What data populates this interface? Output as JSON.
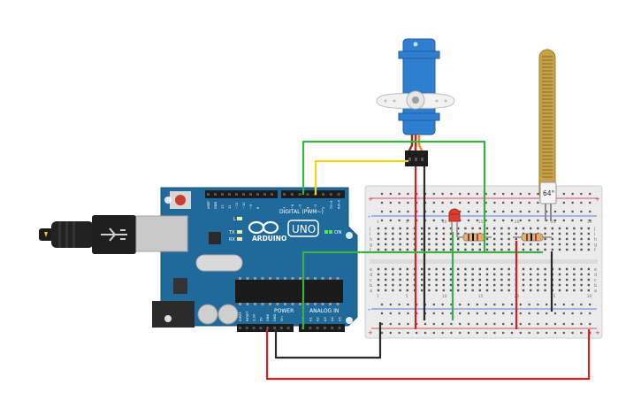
{
  "canvas": {
    "background": "#ffffff"
  },
  "arduino": {
    "board_color": "#1f6a9b",
    "logo_text": "ARDUINO",
    "model_text": "UNO",
    "on_label": "ON",
    "digital_label": "DIGITAL (PWM~)",
    "analog_label": "ANALOG IN",
    "power_label": "POWER",
    "tx_label": "TX",
    "rx_label": "RX",
    "l_label": "L",
    "digital_pins": [
      "AREF",
      "GND",
      "13",
      "12",
      "~11",
      "~10",
      "~9",
      "8",
      "7",
      "~6",
      "~5",
      "4",
      "~3",
      "2",
      "TX→1",
      "RX←0"
    ],
    "power_pins": [
      "IOREF",
      "RESET",
      "3.3V",
      "5V",
      "GND",
      "GND",
      "Vin"
    ],
    "analog_pins": [
      "A0",
      "A1",
      "A2",
      "A3",
      "A4",
      "A5"
    ]
  },
  "flex_sensor": {
    "value_label": "64°"
  },
  "servo": {
    "color": "#2f7fd0"
  },
  "breadboard": {
    "rail_plus": "+",
    "rail_minus": "-",
    "row_letters_top": [
      "j",
      "i",
      "h",
      "g",
      "f"
    ],
    "row_letters_bottom": [
      "e",
      "d",
      "c",
      "b",
      "a"
    ],
    "column_numbers": [
      "1",
      "5",
      "10",
      "15",
      "20",
      "25",
      "30"
    ]
  },
  "wire_colors": {
    "red": "#d61f1f",
    "black": "#2a2a2a",
    "green": "#3cb043",
    "yellow": "#f5d21c"
  }
}
